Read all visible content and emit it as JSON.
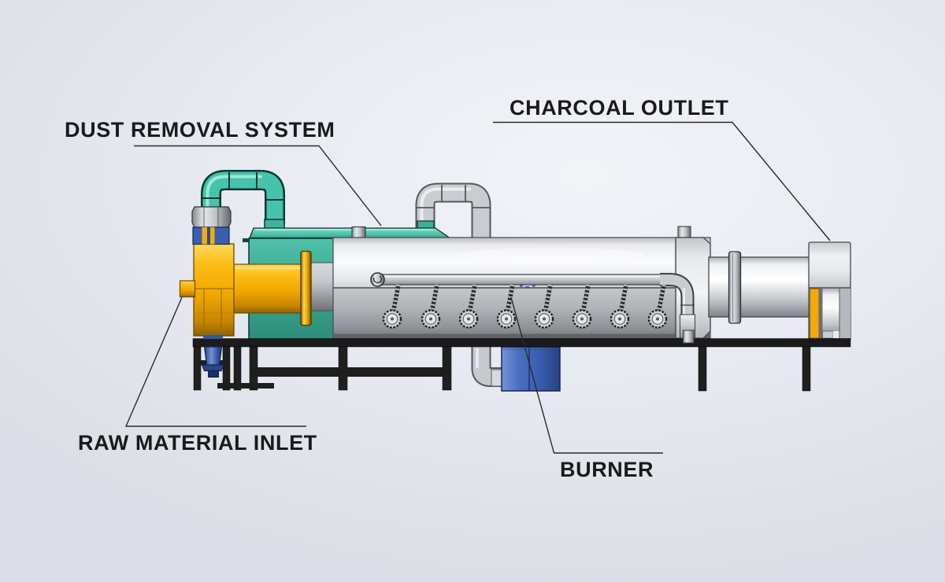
{
  "diagram": {
    "labels": {
      "dust_removal": "DUST REMOVAL SYSTEM",
      "charcoal_outlet": "CHARCOAL OUTLET",
      "raw_material_inlet": "RAW MATERIAL INLET",
      "burner": "BURNER"
    },
    "burners": {
      "count": 8
    },
    "machine_parts": [
      "dust-removal-housing",
      "exhaust-pipe-arch",
      "smoke-pipe-arch",
      "raw-material-hopper",
      "screw-feeder-tube",
      "inlet-cone",
      "rotary-drum",
      "burner-fuel-rail",
      "burner-nozzles",
      "discharge-cylinder",
      "charcoal-outlet-box",
      "collection-tank",
      "support-frame"
    ],
    "colors": {
      "teal": "#41b9a2",
      "teal_dark": "#2d8d79",
      "yellow": "#f2ab04",
      "blue": "#3a5fae",
      "steel_light": "#f2f3f5",
      "steel_mid": "#c9ccd1",
      "steel_dark": "#84878c",
      "frame_black": "#1b1b1b",
      "leader_line": "#2b2b2b",
      "label_text": "#1a1a1a",
      "background": "#e4e7ee"
    }
  }
}
